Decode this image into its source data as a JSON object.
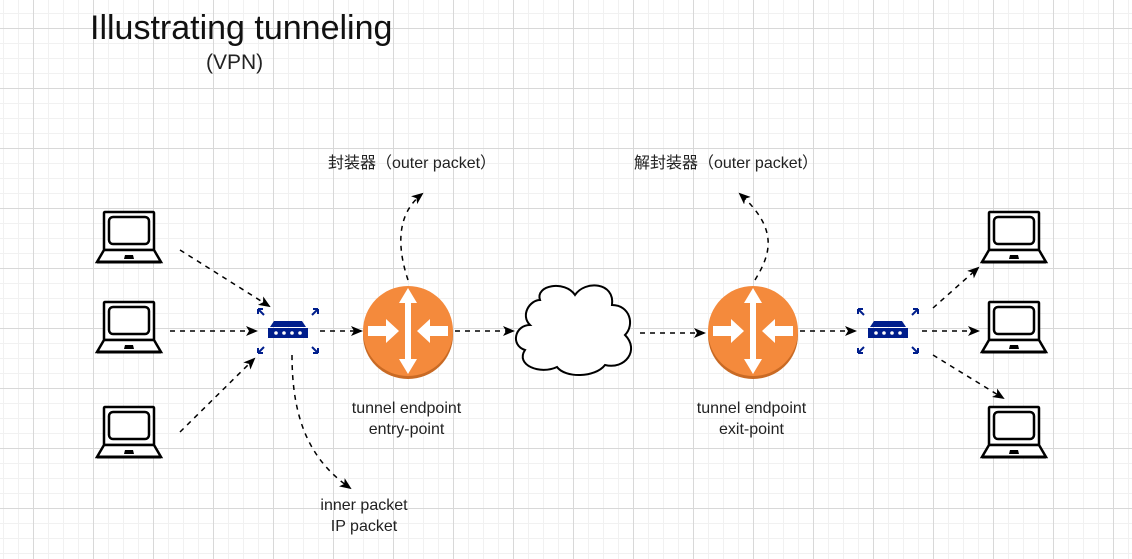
{
  "title": "Illustrating tunneling",
  "subtitle": "(VPN)",
  "labels": {
    "encapsulator": "封装器（outer packet）",
    "decapsulator": "解封装器（outer packet）",
    "entry_endpoint_line1": "tunnel endpoint",
    "entry_endpoint_line2": "entry-point",
    "exit_endpoint_line1": "tunnel endpoint",
    "exit_endpoint_line2": "exit-point",
    "inner_packet_line1": "inner packet",
    "inner_packet_line2": "IP packet"
  },
  "nodes": {
    "left_hosts": [
      "laptop",
      "laptop",
      "laptop"
    ],
    "left_switch": "switch",
    "entry_router": "router",
    "internet": "cloud",
    "exit_router": "router",
    "right_switch": "switch",
    "right_hosts": [
      "laptop",
      "laptop",
      "laptop"
    ]
  },
  "colors": {
    "router": "#f48a3c",
    "router_shadow": "#c96a24",
    "switch": "#001e8c",
    "line": "#000000"
  }
}
